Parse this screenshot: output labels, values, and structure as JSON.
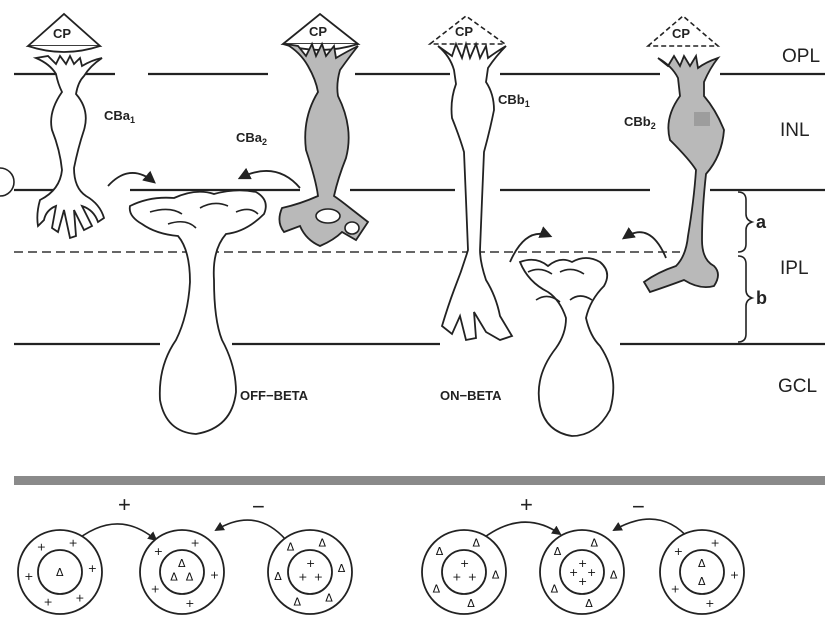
{
  "layers": {
    "opl": "OPL",
    "inl": "INL",
    "ipl": "IPL",
    "gcl": "GCL"
  },
  "sublaminae": {
    "a": "a",
    "b": "b"
  },
  "cone_pedicles": [
    "CP",
    "CP",
    "CP",
    "CP"
  ],
  "bipolar_cells": {
    "cba1": "CBa",
    "cba1_sub": "1",
    "cba2": "CBa",
    "cba2_sub": "2",
    "cbb1": "CBb",
    "cbb1_sub": "1",
    "cbb2": "CBb",
    "cbb2_sub": "2"
  },
  "ganglion_cells": {
    "off": "OFF−BETA",
    "on": "ON−BETA"
  },
  "signs": [
    "+",
    "−",
    "+",
    "−"
  ],
  "colors": {
    "stroke": "#222222",
    "gray_cell": "#b9b9b9",
    "divider_bar": "#8a8a8a"
  },
  "receptive_fields": [
    {
      "center": [
        "Δ"
      ],
      "surround": [
        "+",
        "+",
        "+",
        "+",
        "+",
        "+"
      ]
    },
    {
      "center": [
        "Δ",
        "Δ",
        "Δ"
      ],
      "surround": [
        "+",
        "+",
        "+",
        "+",
        "+"
      ]
    },
    {
      "center": [
        "+",
        "+",
        "+"
      ],
      "surround": [
        "Δ",
        "Δ",
        "Δ",
        "Δ",
        "Δ",
        "Δ"
      ]
    },
    {
      "center": [
        "+",
        "+",
        "+"
      ],
      "surround": [
        "Δ",
        "Δ",
        "Δ",
        "Δ",
        "Δ"
      ]
    },
    {
      "center": [
        "+",
        "+",
        "+",
        "+"
      ],
      "surround": [
        "Δ",
        "Δ",
        "Δ",
        "Δ",
        "Δ"
      ]
    },
    {
      "center": [
        "Δ",
        "Δ"
      ],
      "surround": [
        "+",
        "+",
        "+",
        "+",
        "+"
      ]
    }
  ]
}
